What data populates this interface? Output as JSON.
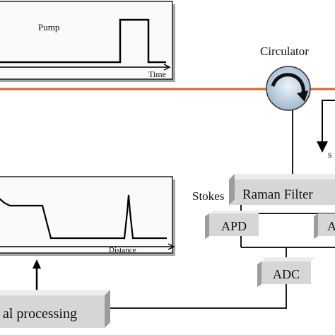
{
  "pump_plot": {
    "label": "Pump",
    "axis_label": "Time"
  },
  "trace_plot": {
    "axis_label": "Distance"
  },
  "blocks": {
    "circulator": "Circulator",
    "raman_filter": "Raman Filter",
    "stokes_label": "Stokes",
    "apd_left": "APD",
    "apd_right": "A",
    "adc": "ADC",
    "signal_processing": "al processing",
    "side_label": "s"
  },
  "colors": {
    "fiber": "#d9622b",
    "block_front": "#d6d6d6",
    "block_side": "#9c9c9c",
    "block_top": "#ececec",
    "circulator_fill": "#b9cde0"
  }
}
